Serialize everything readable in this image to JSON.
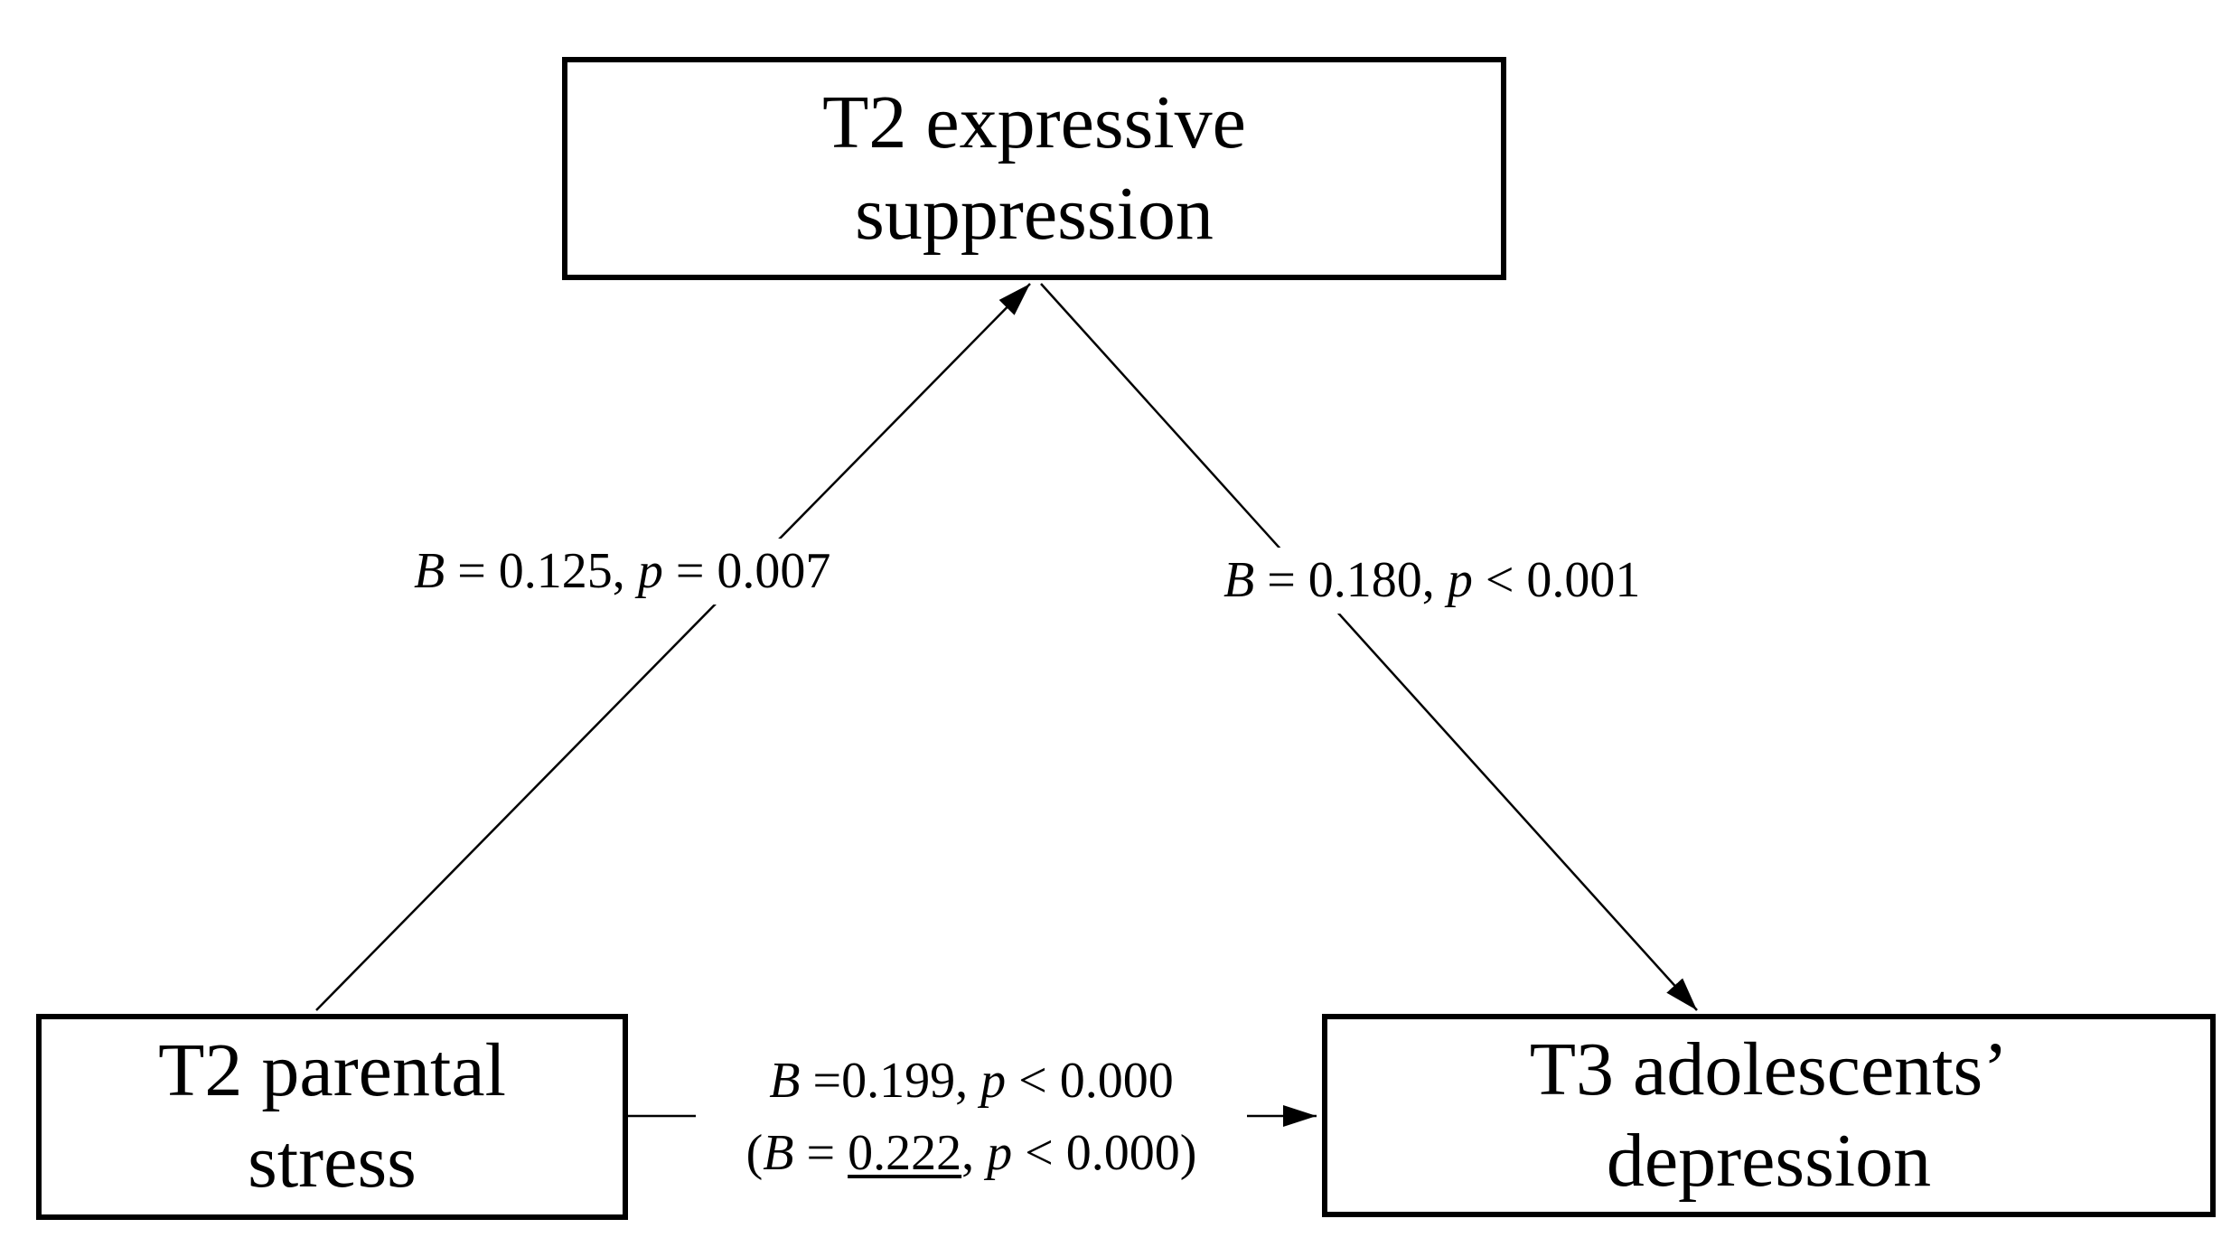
{
  "figure": {
    "type": "mediation-path-diagram",
    "background_color": "#ffffff",
    "line_color": "#000000",
    "text_color": "#000000"
  },
  "nodes": {
    "mediator": {
      "text": "T2 expressive suppression",
      "lines": [
        "T2 expressive",
        "suppression"
      ]
    },
    "predictor": {
      "text": "T2 parental stress",
      "lines": [
        "T2 parental",
        "stress"
      ]
    },
    "outcome": {
      "text": "T3 adolescents’ depression",
      "lines": [
        "T3 adolescents’",
        "depression"
      ]
    }
  },
  "paths": {
    "a": {
      "from": "predictor",
      "to": "mediator",
      "text": "B = 0.125, p = 0.007",
      "parts": [
        {
          "text": "B",
          "italic": true
        },
        {
          "text": " = 0.125, "
        },
        {
          "text": "p",
          "italic": true
        },
        {
          "text": " = 0.007"
        }
      ]
    },
    "b": {
      "from": "mediator",
      "to": "outcome",
      "text": "B = 0.180, p < 0.001",
      "parts": [
        {
          "text": "B",
          "italic": true
        },
        {
          "text": " = 0.180, "
        },
        {
          "text": "p",
          "italic": true
        },
        {
          "text": " < 0.001"
        }
      ]
    },
    "c": {
      "from": "predictor",
      "to": "outcome",
      "direct_text": "B =0.199, p < 0.000",
      "total_text": "(B = 0.222, p < 0.000)",
      "direct_parts": [
        {
          "text": "B",
          "italic": true
        },
        {
          "text": " =0.199, "
        },
        {
          "text": "p",
          "italic": true
        },
        {
          "text": " < 0.000"
        }
      ],
      "total_parts": [
        {
          "text": "("
        },
        {
          "text": "B",
          "italic": true
        },
        {
          "text": " = "
        },
        {
          "text": "0.222",
          "underline": true
        },
        {
          "text": ", "
        },
        {
          "text": "p",
          "italic": true
        },
        {
          "text": " < 0.000)"
        }
      ]
    }
  }
}
